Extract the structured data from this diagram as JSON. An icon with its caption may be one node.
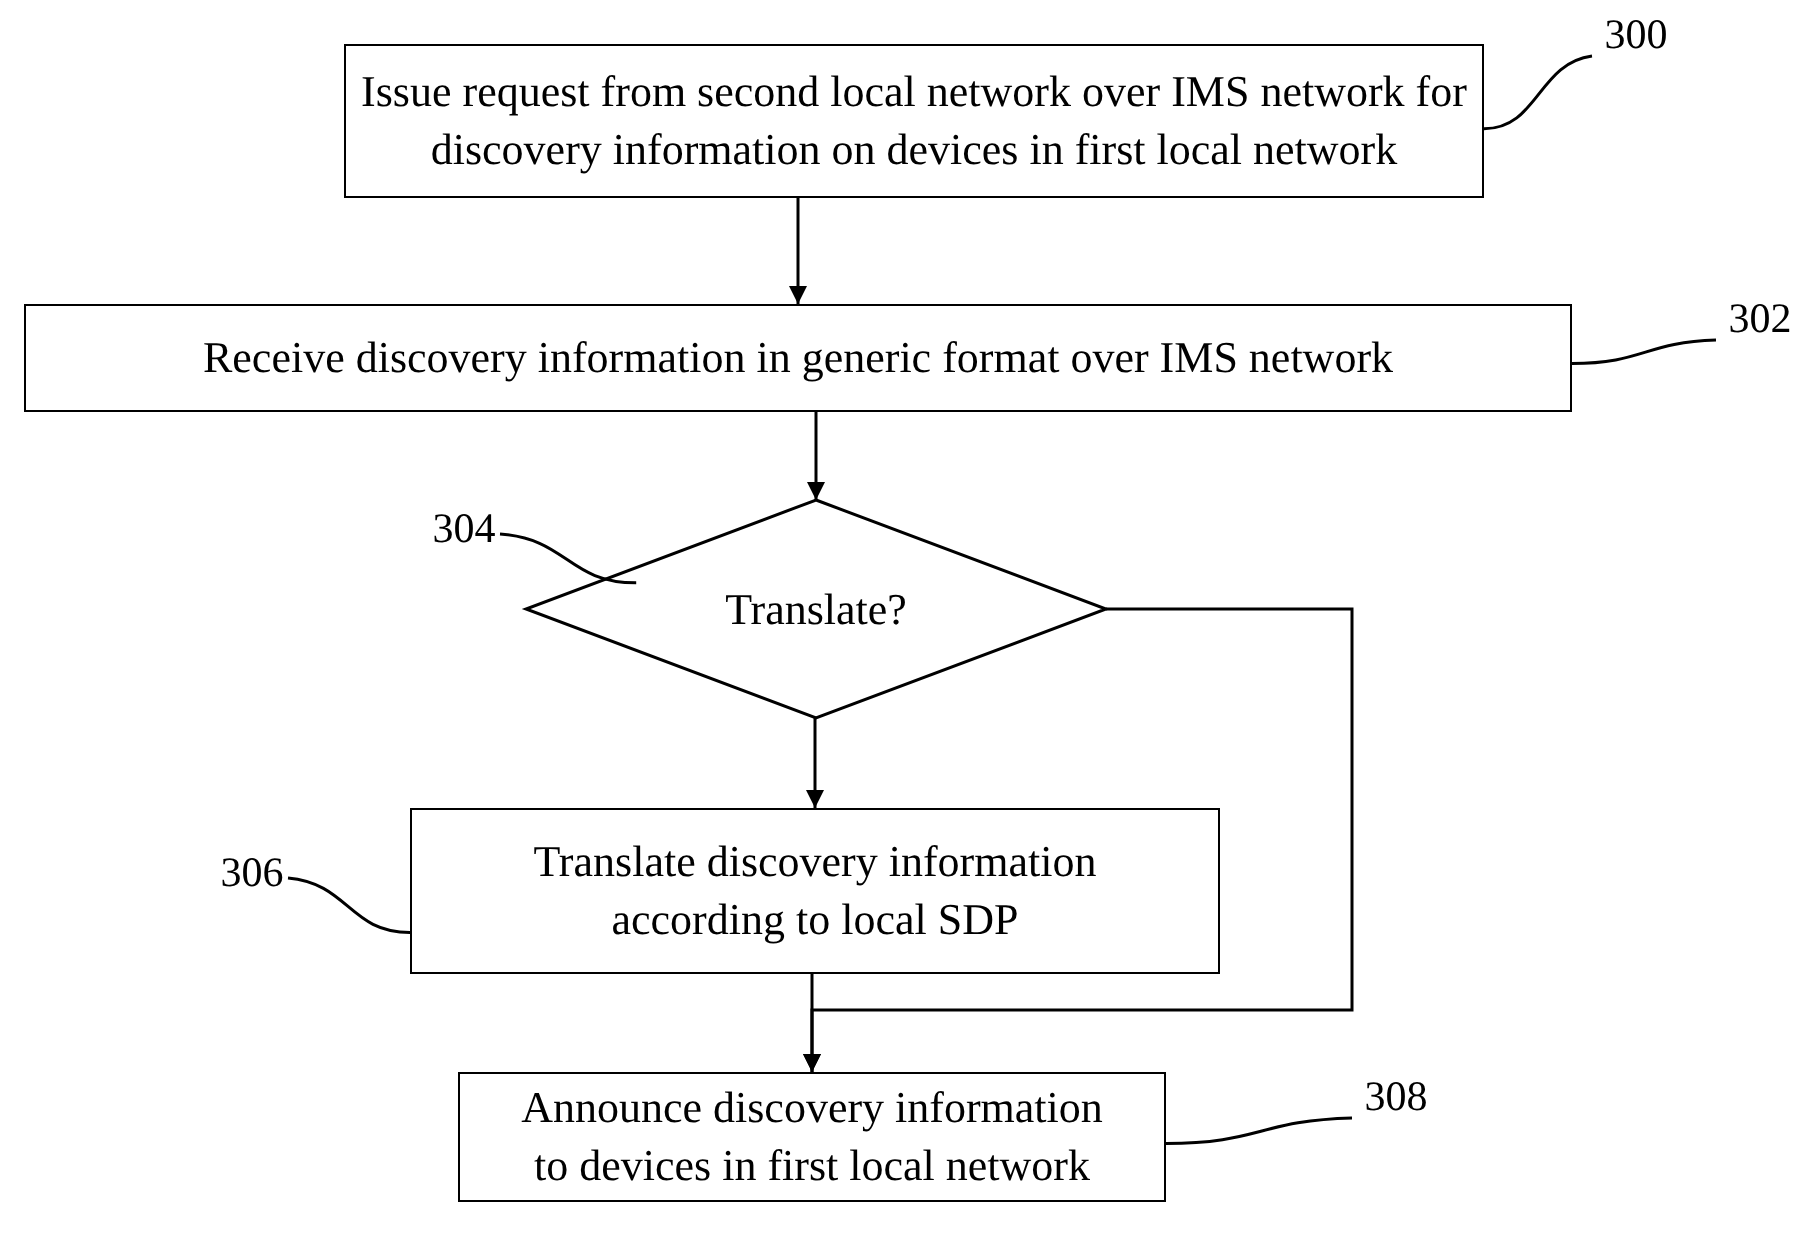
{
  "diagram": {
    "nodes": [
      {
        "text": [
          "Issue request from second local network over IMS network for discovery information on devices in first local network"
        ]
      },
      {
        "text": [
          "Receive discovery information in generic format over IMS network"
        ]
      },
      {
        "text": [
          "Translate?"
        ]
      },
      {
        "text": [
          "Translate discovery information according to local SDP"
        ]
      },
      {
        "text": [
          "Announce discovery information to devices in first local network"
        ]
      },
      {
        "text": [
          "300"
        ]
      },
      {
        "text": [
          "302"
        ]
      },
      {
        "text": [
          "304"
        ]
      },
      {
        "text": [
          "306"
        ]
      },
      {
        "text": [
          "308"
        ]
      }
    ],
    "edges": [
      {
        "from": 0,
        "to": 1,
        "arrow": "to"
      },
      {
        "from": 1,
        "to": 2,
        "arrow": "to"
      },
      {
        "from": 2,
        "to": 3,
        "arrow": "to"
      },
      {
        "from": 3,
        "to": 4,
        "arrow": "to"
      },
      {
        "from": 2,
        "to": 4,
        "arrow": "to"
      },
      {
        "from": 5,
        "to": 0,
        "arrow": "none"
      },
      {
        "from": 6,
        "to": 1,
        "arrow": "none"
      },
      {
        "from": 7,
        "to": 2,
        "arrow": "none"
      },
      {
        "from": 8,
        "to": 3,
        "arrow": "none"
      },
      {
        "from": 9,
        "to": 4,
        "arrow": "none"
      }
    ]
  }
}
